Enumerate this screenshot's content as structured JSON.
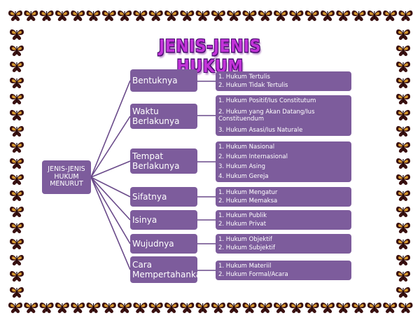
{
  "title": "JENIS-JENIS HUKUM",
  "root": "JENIS-JENIS HUKUM MENURUT",
  "categories": [
    {
      "label": "Bentuknya",
      "items": [
        "1. Hukum Tertulis",
        "2. Hukum Tidak Tertulis"
      ]
    },
    {
      "label": "Waktu Berlakunya",
      "items": [
        "1. Hukum Positif/Ius Constitutum",
        "2. Hukum yang Akan Datang/Ius Constituendum",
        "3. Hukum Asasi/Ius Naturale"
      ]
    },
    {
      "label": "Tempat Berlakunya",
      "items": [
        "1. Hukum Nasional",
        "2. Hukum Internasional",
        "3. Hukum Asing",
        "4. Hukum Gereja"
      ]
    },
    {
      "label": "Sifatnya",
      "items": [
        "1. Hukum Mengatur",
        "2. Hukum Memaksa"
      ]
    },
    {
      "label": "Isinya",
      "items": [
        "1. Hukum Publik",
        "2. Hukum Privat"
      ]
    },
    {
      "label": "Wujudnya",
      "items": [
        "1. Hukum Objektif",
        "2. Hukum Subjektif"
      ]
    },
    {
      "label": "Cara Mempertahankan",
      "items": [
        "1. Hukum Materiil",
        "2. Hukum Formal/Acara"
      ]
    }
  ],
  "colors": {
    "box": "#7d5c9c",
    "title": "#c233d8",
    "line": "#6a4a8a",
    "butterfly": "#3a1010"
  },
  "decoration": "butterfly-border"
}
